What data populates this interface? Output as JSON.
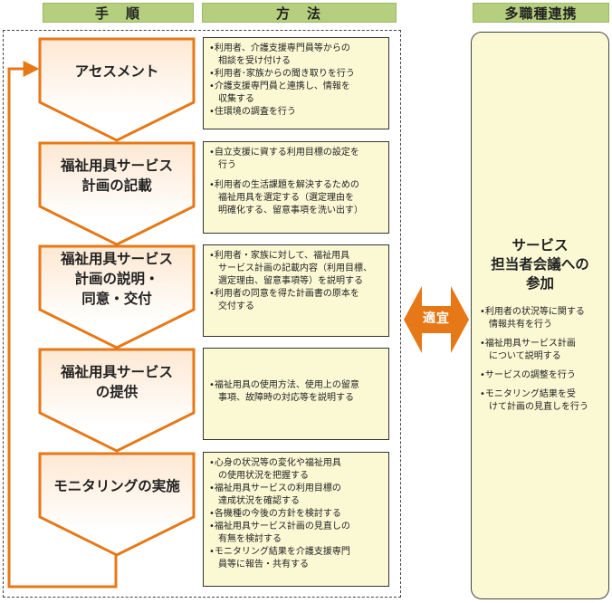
{
  "headers": {
    "step": "手　順",
    "method": "方　法",
    "multi": "多職種連携"
  },
  "steps": [
    {
      "label_lines": [
        "アセスメント"
      ],
      "methods": [
        "•利用者、介護支援専門員等からの",
        "　相談を受け付ける",
        "•利用者･家族からの聞き取りを行う",
        "•介護支援専門員と連携し、情報を",
        "　収集する",
        "•住環境の調査を行う"
      ]
    },
    {
      "label_lines": [
        "福祉用具サービス",
        "計画の記載"
      ],
      "methods": [
        "•自立支援に資する利用目標の設定を",
        "　行う",
        "",
        "•利用者の生活課題を解決するための",
        "　福祉用具を選定する（選定理由を",
        "　明確化する、留意事項を洗い出す）"
      ]
    },
    {
      "label_lines": [
        "福祉用具サービス",
        "計画の説明・",
        "同意・交付"
      ],
      "methods": [
        "•利用者・家族に対して、福祉用具",
        "　サービス計画の記載内容（利用目標、",
        "　選定理由、留意事項等）を説明する",
        "•利用者の同意を得た計画書の原本を",
        "　交付する"
      ]
    },
    {
      "label_lines": [
        "福祉用具サービス",
        "の提供"
      ],
      "methods": [
        "•福祉用具の使用方法、使用上の留意",
        "　事項、故障時の対応等を説明する"
      ]
    },
    {
      "label_lines": [
        "モニタリングの実施"
      ],
      "methods": [
        "•心身の状況等の変化や福祉用具",
        "　の使用状況を把握する",
        "•福祉用具サービスの利用目標の",
        "　達成状況を確認する",
        "•各機種の今後の方針を検討する",
        "•福祉用具サービス計画の見直しの",
        "　有無を検討する",
        "•モニタリング結果を介護支援専門",
        "　員等に報告・共有する"
      ]
    }
  ],
  "arrow": {
    "label": "適宜",
    "color": "#e67817"
  },
  "multi": {
    "title_lines": [
      "サービス",
      "担当者会議への",
      "参加"
    ],
    "items": [
      "•利用者の状況等に関する\n　情報共有を行う",
      "•福祉用具サービス計画\n　について説明する",
      "•サービスの調整を行う",
      "•モニタリング結果を受\n　けて計画の見直しを行う"
    ]
  },
  "colors": {
    "header_bg": "#b6cf7e",
    "step_border": "#e67817",
    "step_fill_top": "#fde8d2",
    "step_fill_bottom": "#ffffff",
    "method_bg": "#fbf9d4",
    "loop_line": "#e67817"
  }
}
